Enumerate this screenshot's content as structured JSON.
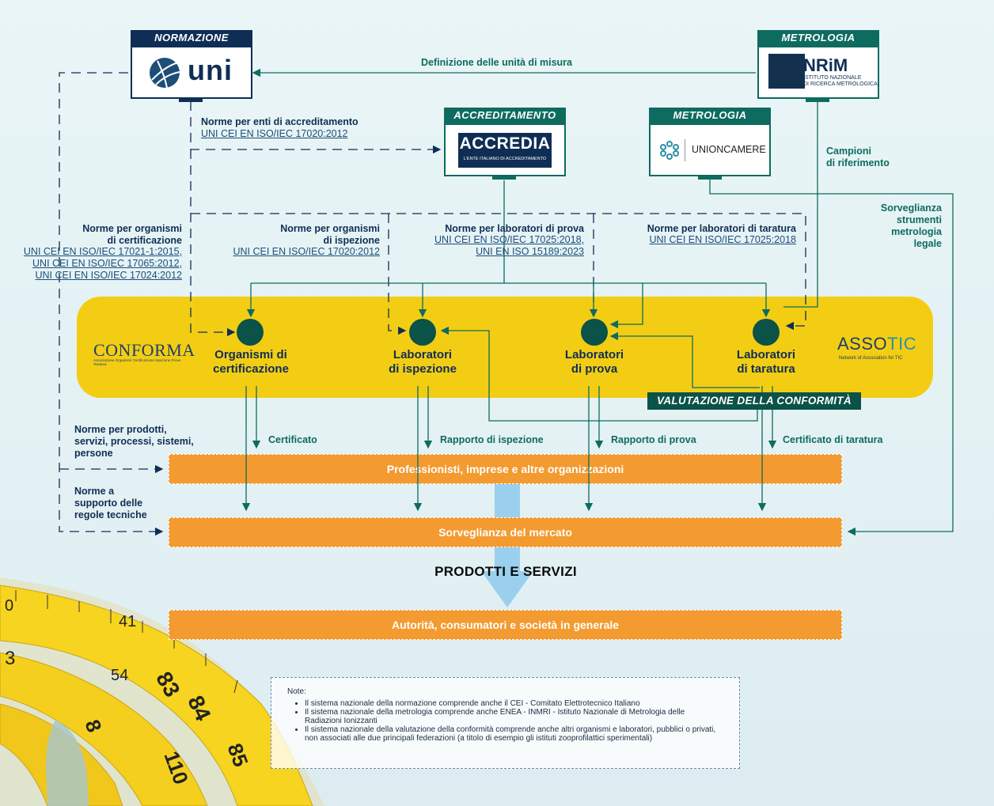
{
  "headers": {
    "normazione": "NORMAZIONE",
    "metrologia_top": "METROLOGIA",
    "accreditamento": "ACCREDITAMENTO",
    "metrologia_mid": "METROLOGIA"
  },
  "logos": {
    "uni": "uni",
    "inrim_big": "NRiM",
    "inrim_sub1": "ISTITUTO NAZIONALE",
    "inrim_sub2": "DI RICERCA METROLOGICA",
    "accredia": "ACCREDIA",
    "accredia_sub": "L'ENTE ITALIANO DI ACCREDITAMENTO",
    "unioncamere": "UNIONCAMERE",
    "conforma": "CONFORMA",
    "conforma_sub": "Associazione Organismi Certificazione Ispezione Prove Taratura",
    "assotic_a": "ASSO",
    "assotic_b": "TIC",
    "assotic_sub": "Network of Association for TIC"
  },
  "labels": {
    "definizione": "Definizione delle unità di misura",
    "norme_enti_title": "Norme per enti di accreditamento",
    "norme_enti_std": "UNI CEI EN ISO/IEC 17020:2012",
    "campioni": [
      "Campioni",
      "di riferimento"
    ],
    "sorveglianza_strumenti": [
      "Sorveglianza",
      "strumenti",
      "metrologia",
      "legale"
    ],
    "norme_cert_title": [
      "Norme per organismi",
      "di certificazione"
    ],
    "norme_cert_std": [
      "UNI CEI EN ISO/IEC 17021-1:2015,",
      "UNI CEI EN ISO/IEC 17065:2012,",
      "UNI CEI EN ISO/IEC 17024:2012"
    ],
    "norme_isp_title": [
      "Norme per organismi",
      "di ispezione"
    ],
    "norme_isp_std": "UNI CEI EN ISO/IEC 17020:2012",
    "norme_prova_title": "Norme per  laboratori di prova",
    "norme_prova_std": [
      "UNI CEI EN ISO/IEC 17025:2018,",
      "UNI EN ISO 15189:2023"
    ],
    "norme_taratura_title": "Norme per  laboratori di taratura",
    "norme_taratura_std": "UNI CEI EN ISO/IEC 17025:2018",
    "norme_prodotti": [
      "Norme per prodotti,",
      "servizi, processi, sistemi,",
      "persone"
    ],
    "norme_supporto": [
      "Norme a",
      "supporto delle",
      "regole tecniche"
    ],
    "certificato": "Certificato",
    "rapporto_isp": "Rapporto di ispezione",
    "rapporto_prova": "Rapporto di prova",
    "certificato_taratura": "Certificato di taratura",
    "valutazione": "VALUTAZIONE DELLA CONFORMITÀ",
    "prodotti_servizi": "PRODOTTI E SERVIZI"
  },
  "nodes": [
    [
      "Organismi di",
      "certificazione"
    ],
    [
      "Laboratori",
      "di ispezione"
    ],
    [
      "Laboratori",
      "di prova"
    ],
    [
      "Laboratori",
      "di taratura"
    ]
  ],
  "bars": {
    "professionisti": "Professionisti, imprese e altre organizzazioni",
    "sorveglianza": "Sorveglianza del mercato",
    "autorita": "Autorità, consumatori e società in generale"
  },
  "note": {
    "title": "Note:",
    "items": [
      "Il sistema nazionale della normazione comprende anche il CEI - Comitato Elettrotecnico Italiano",
      "Il sistema nazionale della metrologia comprende anche ENEA - INMRI - Istituto Nazionale di Metrologia delle Radiazioni Ionizzanti",
      "Il sistema nazionale della valutazione della conformità comprende anche altri organismi e laboratori, pubblici o privati, non associati alle due principali federazioni (a titolo di esempio gli istituti zooprofilattici sperimentali)"
    ]
  },
  "tape_numbers": [
    "0",
    "41",
    "3",
    "54",
    "83",
    "84",
    "85",
    "110",
    "8"
  ],
  "colors": {
    "navy": "#0f2e55",
    "teal": "#0e6b5f",
    "orange": "#f39a30",
    "yellow": "#f3cd13",
    "arrow_blue": "#9ad0ee",
    "node": "#0b5248"
  }
}
